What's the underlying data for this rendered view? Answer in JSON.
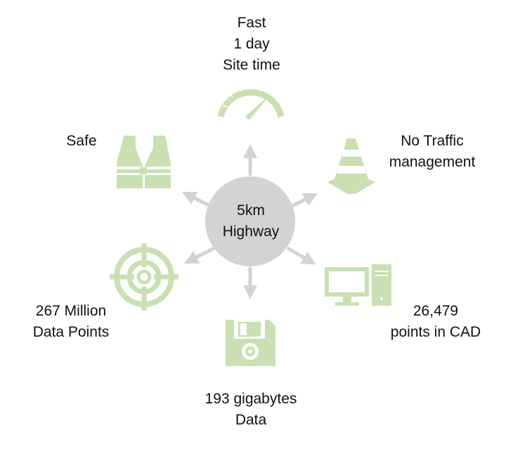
{
  "center": {
    "line1": "5km",
    "line2": "Highway"
  },
  "colors": {
    "icon": "#c9e0b2",
    "arrow": "#d3d3d3",
    "hub": "#d3d3d3",
    "text": "#111111"
  },
  "spokes": [
    {
      "id": "fast",
      "icon": "speedometer-icon",
      "lines": [
        "Fast",
        "1 day",
        "Site time"
      ]
    },
    {
      "id": "traffic",
      "icon": "traffic-cone-icon",
      "lines": [
        "No Traffic",
        "management"
      ]
    },
    {
      "id": "cad",
      "icon": "desktop-computer-icon",
      "lines": [
        "26,479",
        "points in CAD"
      ]
    },
    {
      "id": "data",
      "icon": "floppy-disk-icon",
      "lines": [
        "193 gigabytes",
        "Data"
      ]
    },
    {
      "id": "points",
      "icon": "crosshair-target-icon",
      "lines": [
        "267 Million",
        "Data Points"
      ]
    },
    {
      "id": "safe",
      "icon": "safety-vest-icon",
      "lines": [
        "Safe"
      ]
    }
  ]
}
